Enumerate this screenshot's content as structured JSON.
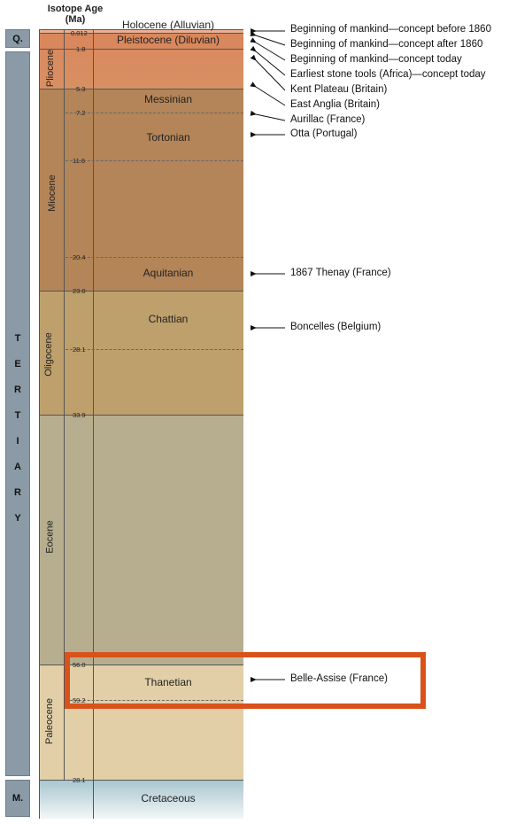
{
  "header": {
    "title": "Isotope Age",
    "unit": "(Ma)"
  },
  "eras": {
    "quaternary": "Q.",
    "tertiary": [
      "T",
      "E",
      "R",
      "T",
      "I",
      "A",
      "R",
      "Y"
    ],
    "mesozoic": "M."
  },
  "epochs": {
    "pliocene": "Pliocene",
    "miocene": "Miocene",
    "oligocene": "Oligocene",
    "eocene": "Eocene",
    "paleocene": "Paleocene"
  },
  "stages": {
    "holocene": "Holocene (Alluvian)",
    "pleistocene": "Pleistocene (Diluvian)",
    "messinian": "Messinian",
    "tortonian": "Tortonian",
    "aquitanian": "Aquitanian",
    "chattian": "Chattian",
    "thanetian": "Thanetian",
    "cretaceous": "Cretaceous"
  },
  "ages": {
    "a0012": "0.012",
    "a18": "1.8",
    "a53": "5.3",
    "a72": "7.2",
    "a116": "11.6",
    "a204": "20.4",
    "a230": "23.0",
    "a281": "28.1",
    "a339": "33.9",
    "a560": "56.0",
    "a592": "59.2",
    "a281b": "28.1"
  },
  "annotations": [
    "Beginning of mankind—concept before 1860",
    "Beginning of mankind—concept after 1860",
    "Beginning of mankind—concept today",
    "Earliest stone tools (Africa)—concept today",
    "Kent Plateau (Britain)",
    "East Anglia (Britain)",
    "Aurillac (France)",
    "Otta (Portugal)",
    "1867 Thenay (France)",
    "Boncelles (Belgium)",
    "Belle-Assise (France)"
  ],
  "colors": {
    "era": "#8a9aa6",
    "pleistocene": "#d9875c",
    "pliocene": "#d98a5f",
    "miocene": "#b48558",
    "oligocene": "#bea06c",
    "eocene": "#b6ae8e",
    "paleocene": "#e2cfa8",
    "cretaceous": "#c6d9df",
    "highlight": "#d8521a"
  }
}
